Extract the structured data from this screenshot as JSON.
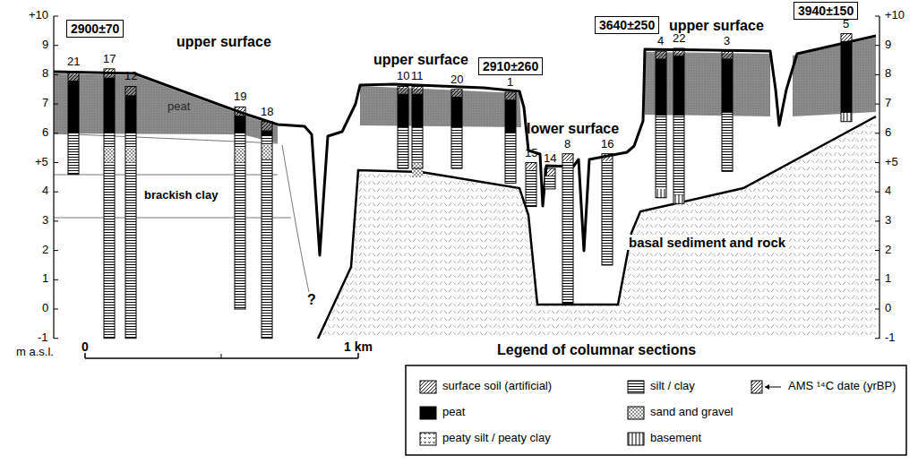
{
  "diagram": {
    "nodes": [
      {
        "text": [
          "2900±70"
        ]
      },
      {
        "text": [
          "2910±260"
        ]
      },
      {
        "text": [
          "3640±250"
        ]
      },
      {
        "text": [
          "3940±150"
        ]
      }
    ],
    "labels": [
      "upper surface",
      "upper surface",
      "upper surface",
      "lower surface",
      "brackish clay",
      "basal sediment and rock",
      "peat",
      "?",
      "21",
      "17",
      "12",
      "19",
      "18",
      "10",
      "11",
      "20",
      "1",
      "15",
      "14",
      "8",
      "16",
      "4",
      "22",
      "3",
      "5",
      "+10",
      "9",
      "8",
      "7",
      "6",
      "+5",
      "4",
      "3",
      "2",
      "1",
      "0",
      "-1",
      "+10",
      "9",
      "8",
      "7",
      "6",
      "+5",
      "4",
      "3",
      "2",
      "1",
      "0",
      "-1",
      "m a.s.l.",
      "0",
      "1 km",
      "Legend of columnar sections"
    ],
    "legend": [
      {
        "text": "surface soil (artificial)"
      },
      {
        "text": "silt / clay"
      },
      {
        "text": "AMS ¹⁴C date (yrBP)"
      },
      {
        "text": "peat",
        "color": "#000000"
      },
      {
        "text": "sand and gravel"
      },
      {
        "text": "peaty silt / peaty clay"
      },
      {
        "text": "basement"
      }
    ]
  }
}
